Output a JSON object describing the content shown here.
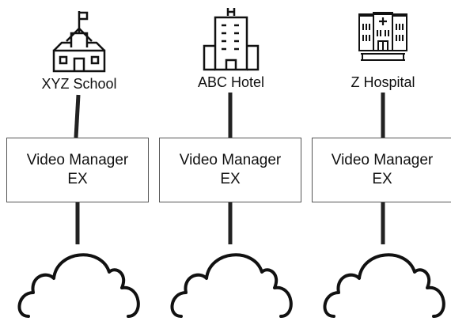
{
  "sites": [
    {
      "id": "school",
      "label": "XYZ School",
      "icon": "school-icon"
    },
    {
      "id": "hotel",
      "label": "ABC Hotel",
      "icon": "hotel-icon"
    },
    {
      "id": "hospital",
      "label": "Z Hospital",
      "icon": "hospital-icon"
    }
  ],
  "manager": {
    "line1": "Video Manager",
    "line2": "EX"
  },
  "cloud_icon": "cloud-icon",
  "colors": {
    "line": "#222222",
    "icon_stroke": "#111111",
    "box_border": "#555555"
  }
}
